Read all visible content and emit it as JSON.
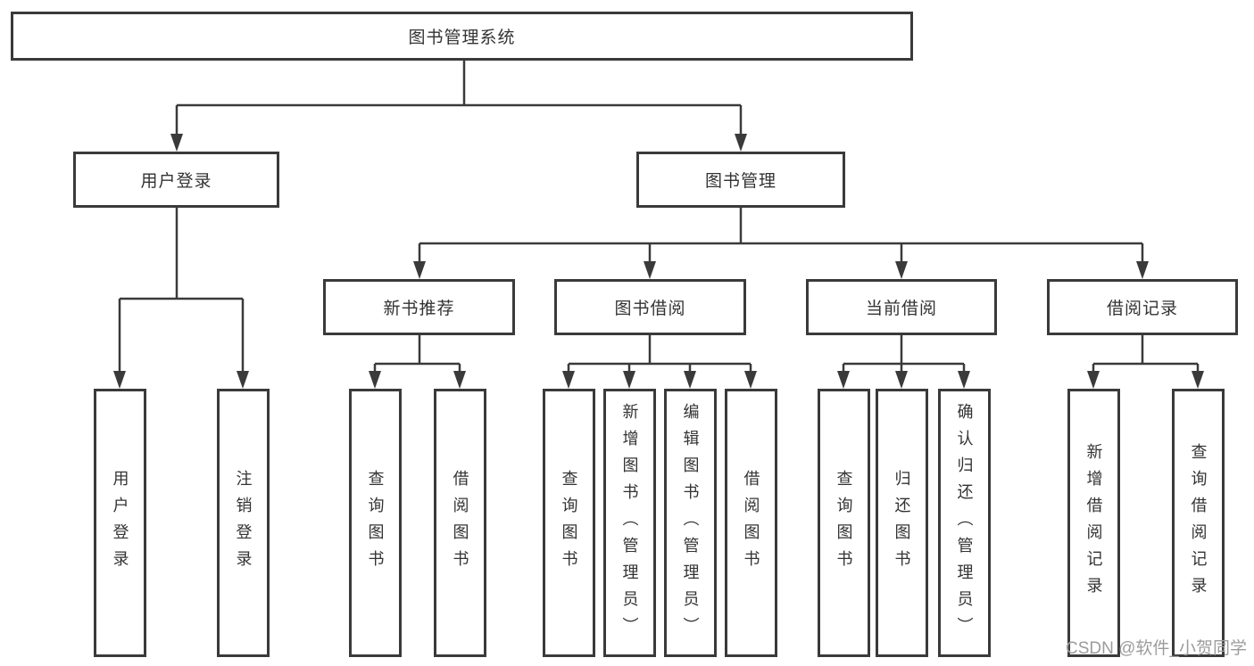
{
  "tree": {
    "root": {
      "label": "图书管理系统"
    },
    "branches": [
      {
        "label": "用户登录",
        "children": [
          {
            "label": "用户登录"
          },
          {
            "label": "注销登录"
          }
        ]
      },
      {
        "label": "图书管理",
        "children": [
          {
            "label": "新书推荐",
            "children": [
              {
                "label": "查询图书"
              },
              {
                "label": "借阅图书"
              }
            ]
          },
          {
            "label": "图书借阅",
            "children": [
              {
                "label": "查询图书"
              },
              {
                "label": "新增图书（管理员）"
              },
              {
                "label": "编辑图书（管理员）"
              },
              {
                "label": "借阅图书"
              }
            ]
          },
          {
            "label": "当前借阅",
            "children": [
              {
                "label": "查询图书"
              },
              {
                "label": "归还图书"
              },
              {
                "label": "确认归还（管理员）"
              }
            ]
          },
          {
            "label": "借阅记录",
            "children": [
              {
                "label": "新增借阅记录"
              },
              {
                "label": "查询借阅记录"
              }
            ]
          }
        ]
      }
    ]
  },
  "watermark": {
    "text": "CSDN @软件_小贺同学"
  },
  "colors": {
    "line": "#3a3a3a",
    "text": "#333333",
    "watermark": "#9c9c9c",
    "background": "#ffffff"
  }
}
